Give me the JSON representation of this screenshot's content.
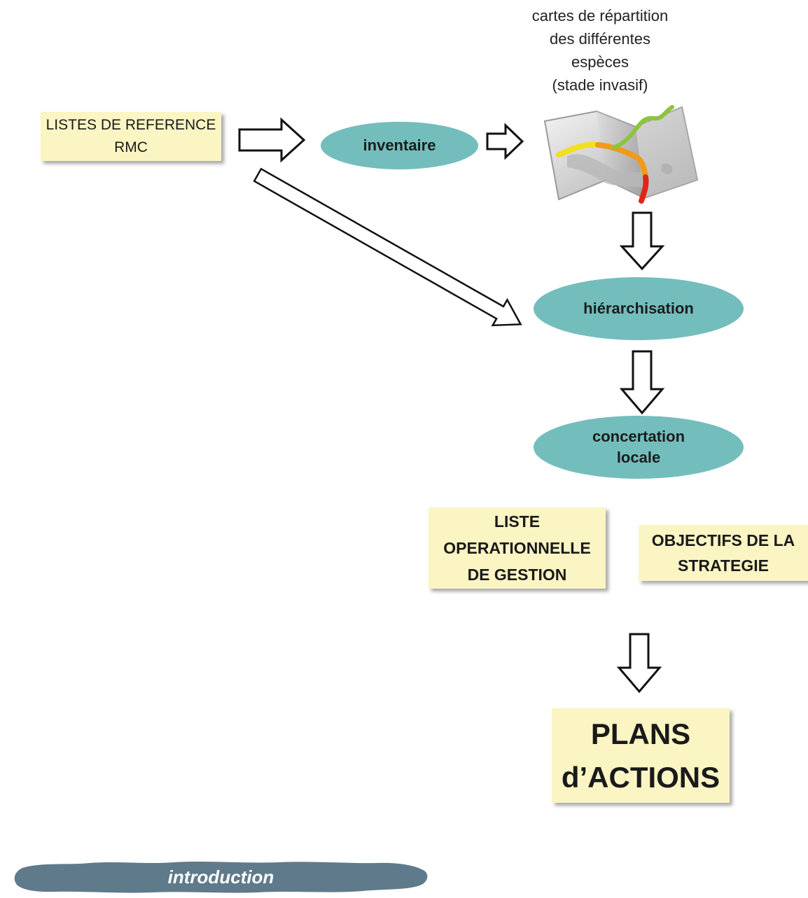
{
  "reference_list_label": "LISTES DE REFERENCE\nRMC",
  "inventory_label": "inventaire",
  "map_caption": "cartes de répartition\ndes différentes\nespèces\n(stade invasif)",
  "prioritization_label": "hiérarchisation",
  "consultation_label": "concertation\nlocale",
  "operational_list_label": "LISTE\nOPERATIONNELLE\nDE GESTION",
  "strategy_objectives_label": "OBJECTIFS DE LA\nSTRATEGIE",
  "action_plans_label": "PLANS\nd’ACTIONS",
  "footer_label": "introduction",
  "icons": {
    "map": "map-icon"
  },
  "colors": {
    "box_fill": "#fbf5c4",
    "oval_fill": "#74bdbd",
    "footer_fill": "#5f7a8a",
    "river_yellow": "#f2df1d",
    "river_orange": "#f09a1a",
    "river_red": "#e0261a",
    "river_green": "#8cc43c"
  }
}
